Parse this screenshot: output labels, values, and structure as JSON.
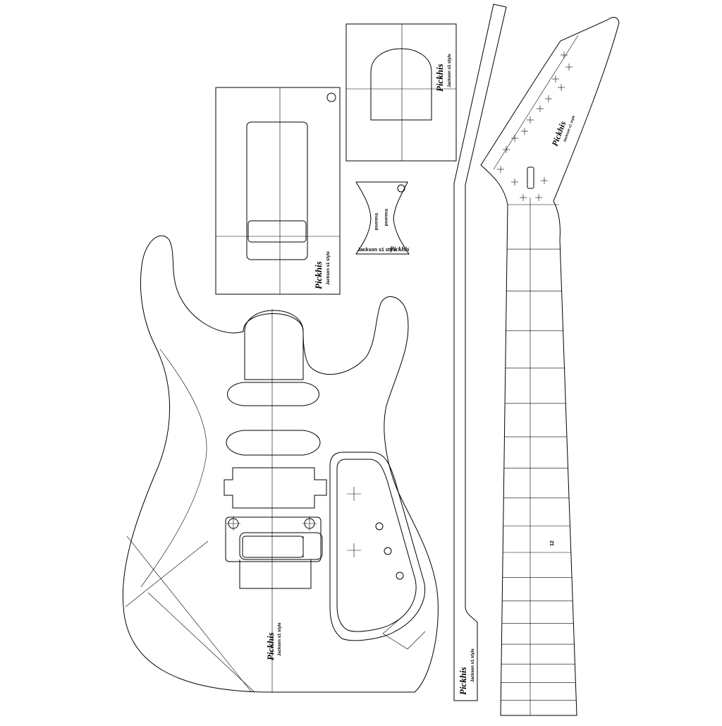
{
  "brand_name": "Pickhis",
  "model_label": "Jackson s1 style",
  "trussrod_label": "trussrod",
  "fret_12_label": "12",
  "colors": {
    "background": "#ffffff",
    "line": "#000000"
  }
}
